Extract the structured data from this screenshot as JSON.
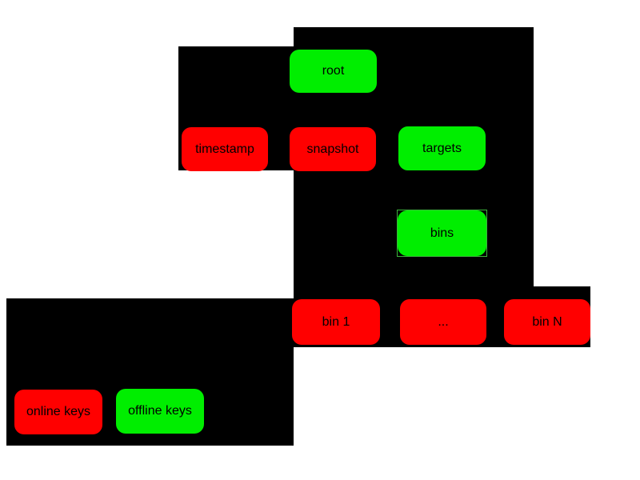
{
  "diagram": {
    "nodes": [
      {
        "id": "root",
        "label": "root",
        "color": "green"
      },
      {
        "id": "timestamp",
        "label": "timestamp",
        "color": "red"
      },
      {
        "id": "snapshot",
        "label": "snapshot",
        "color": "red"
      },
      {
        "id": "targets",
        "label": "targets",
        "color": "green"
      },
      {
        "id": "bins",
        "label": "bins",
        "color": "green"
      },
      {
        "id": "bin-1",
        "label": "bin 1",
        "color": "red"
      },
      {
        "id": "bin-ellipsis",
        "label": "...",
        "color": "red"
      },
      {
        "id": "bin-n",
        "label": "bin N",
        "color": "red"
      },
      {
        "id": "online-keys",
        "label": "online keys",
        "color": "red"
      },
      {
        "id": "offline-keys",
        "label": "offline keys",
        "color": "green"
      }
    ],
    "colors": {
      "red": "#ff0000",
      "green": "#00ee00",
      "panel": "#000000",
      "page_background": "#ffffff",
      "text": "#000000",
      "bins_outline": "#3db53d"
    }
  }
}
